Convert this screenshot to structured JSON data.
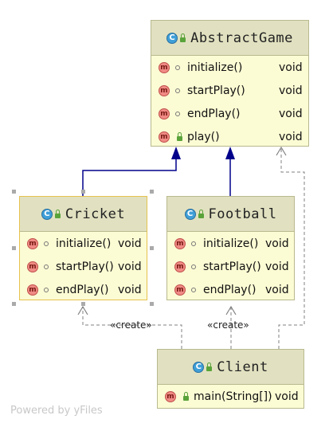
{
  "classes": {
    "abstract_game": {
      "name": "AbstractGame",
      "methods": [
        {
          "name": "initialize()",
          "type": "void"
        },
        {
          "name": "startPlay()",
          "type": "void"
        },
        {
          "name": "endPlay()",
          "type": "void"
        },
        {
          "name": "play()",
          "type": "void"
        }
      ]
    },
    "cricket": {
      "name": "Cricket",
      "methods": [
        {
          "name": "initialize()",
          "type": "void"
        },
        {
          "name": "startPlay()",
          "type": "void"
        },
        {
          "name": "endPlay()",
          "type": "void"
        }
      ]
    },
    "football": {
      "name": "Football",
      "methods": [
        {
          "name": "initialize()",
          "type": "void"
        },
        {
          "name": "startPlay()",
          "type": "void"
        },
        {
          "name": "endPlay()",
          "type": "void"
        }
      ]
    },
    "client": {
      "name": "Client",
      "methods": [
        {
          "name": "main(String[])",
          "type": "void"
        }
      ]
    }
  },
  "relations": {
    "create_label_1": "«create»",
    "create_label_2": "«create»"
  },
  "icons": {
    "class_icon": "C",
    "method_icon": "m"
  },
  "footer": "Powered by yFiles",
  "colors": {
    "inheritance_edge": "#00008b",
    "dependency_edge": "#808080",
    "class_fill": "#fbfbd4",
    "class_header": "#e1e1c1"
  }
}
